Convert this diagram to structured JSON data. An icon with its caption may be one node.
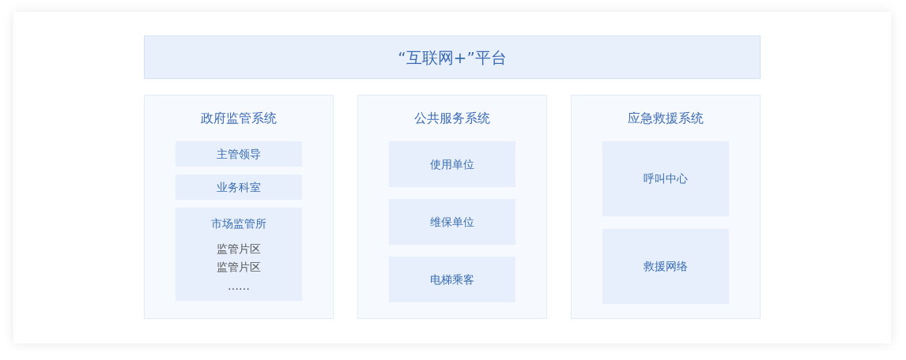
{
  "diagram": {
    "nodes": [
      {
        "text": [
          "“互联网+”平台"
        ]
      },
      {
        "text": [
          "政府监管系统"
        ]
      },
      {
        "text": [
          "主管领导"
        ],
        "in": 1
      },
      {
        "text": [
          "业务科室"
        ],
        "in": 1
      },
      {
        "text": [
          "市场监管所",
          "监管片区",
          "监管片区",
          "……"
        ],
        "in": 1
      },
      {
        "text": [
          "公共服务系统"
        ]
      },
      {
        "text": [
          "使用单位"
        ],
        "in": 5
      },
      {
        "text": [
          "维保单位"
        ],
        "in": 5
      },
      {
        "text": [
          "电梯乘客"
        ],
        "in": 5
      },
      {
        "text": [
          "应急救援系统"
        ]
      },
      {
        "text": [
          "呼叫中心"
        ],
        "in": 9
      },
      {
        "text": [
          "救援网络"
        ],
        "in": 9
      }
    ]
  }
}
